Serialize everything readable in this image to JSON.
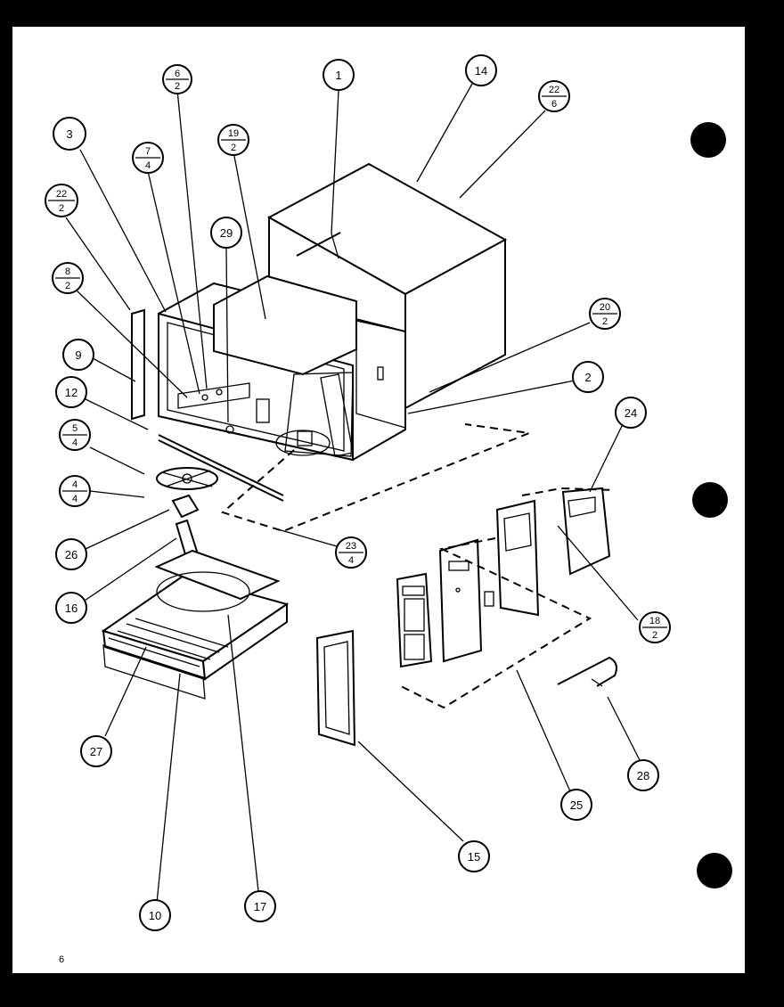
{
  "page_number": "6",
  "callouts": [
    {
      "id": "c1",
      "text": "1"
    },
    {
      "id": "c14",
      "text": "14"
    },
    {
      "id": "c22-6",
      "num": "22",
      "den": "6"
    },
    {
      "id": "c6-2",
      "num": "6",
      "den": "2"
    },
    {
      "id": "c3",
      "text": "3"
    },
    {
      "id": "c7-4",
      "num": "7",
      "den": "4"
    },
    {
      "id": "c19-2",
      "num": "19",
      "den": "2"
    },
    {
      "id": "c22-2",
      "num": "22",
      "den": "2"
    },
    {
      "id": "c29",
      "text": "29"
    },
    {
      "id": "c8-2",
      "num": "8",
      "den": "2"
    },
    {
      "id": "c20-2",
      "num": "20",
      "den": "2"
    },
    {
      "id": "c9",
      "text": "9"
    },
    {
      "id": "c2",
      "text": "2"
    },
    {
      "id": "c12",
      "text": "12"
    },
    {
      "id": "c24",
      "text": "24"
    },
    {
      "id": "c5-4",
      "num": "5",
      "den": "4"
    },
    {
      "id": "c4-4",
      "num": "4",
      "den": "4"
    },
    {
      "id": "c26",
      "text": "26"
    },
    {
      "id": "c23-4",
      "num": "23",
      "den": "4"
    },
    {
      "id": "c16",
      "text": "16"
    },
    {
      "id": "c18-2",
      "num": "18",
      "den": "2"
    },
    {
      "id": "c27",
      "text": "27"
    },
    {
      "id": "c28",
      "text": "28"
    },
    {
      "id": "c25",
      "text": "25"
    },
    {
      "id": "c15",
      "text": "15"
    },
    {
      "id": "c10",
      "text": "10"
    },
    {
      "id": "c17",
      "text": "17"
    }
  ]
}
